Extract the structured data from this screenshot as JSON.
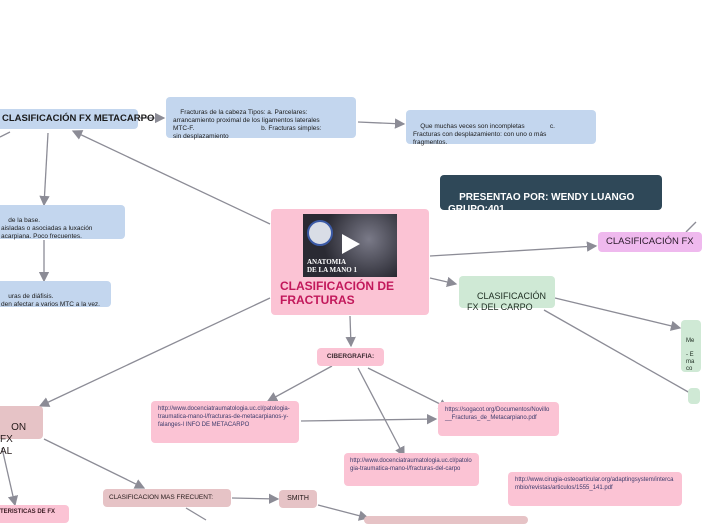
{
  "central": {
    "title": "CLASIFICACIÓN DE FRACTURAS",
    "video_caption_line1": "ANATOMIA",
    "video_caption_line2": "DE LA MANO 1",
    "play_icon": "play-icon"
  },
  "nodes": {
    "metacarpo": "CLASIFICACIÓN FX METACARPO",
    "cabeza": "Fracturas de la cabeza Tipos: a. Parcelares:\narrancamiento proximal de los ligamentos laterales\nMTC-F.                                     b. Fracturas simples:\nsin desplazamiento",
    "incompletas": "Que muchas veces son incompletas              c.\nFracturas con desplazamiento: con uno o más\nfragmentos.",
    "base": "de la base.\naisladas o asociadas a luxación\nacarpiana. Poco frecuentes.",
    "diafisis": "uras de diáfisis.\nden afectar a varios MTC a la vez.",
    "presentado": "PRESENTAO POR: WENDY LUANGO\nGRUPO:401",
    "clasif_right": "CLASIFICACIÓN FX",
    "carpo": "CLASIFICACIÓN\nFX DEL CARPO",
    "carpo_detail": "Me\n\n- E\nma\nco",
    "cibergrafia": "CIBERGRAFIA:",
    "url1": "http://www.docenciatraumatologia.uc.cl/patologia-traumatica-mano-l/fracturas-de-metacarpianos-y-falanges-l INFO DE METACARPO",
    "url2": "https://sogacot.org/Documentos/Novillo__Fracturas_de_Metacarpiano.pdf",
    "url3": "http://www.docenciatraumatologia.uc.cl/patologia-traumatica-mano-l/fracturas-del-carpo",
    "url4": "http://www.cirugia-osteoarticular.org/adaptingsystem/intercambio/revistas/articulos/1555_141.pdf",
    "clasif_left": "ON FX\nAL",
    "frecuent": "CLASIFICACION MAS FRECUENT:",
    "smith": "SMITH",
    "caracteristicas": "TERISTICAS DE FX"
  },
  "colors": {
    "blue": "#c3d6ee",
    "pink": "#fbc3d4",
    "green": "#cfe9d5",
    "rose": "#e6c3c6",
    "violet": "#efb9ee",
    "dark": "#2f4858",
    "title": "#c2185b",
    "line": "#8c8c96"
  }
}
